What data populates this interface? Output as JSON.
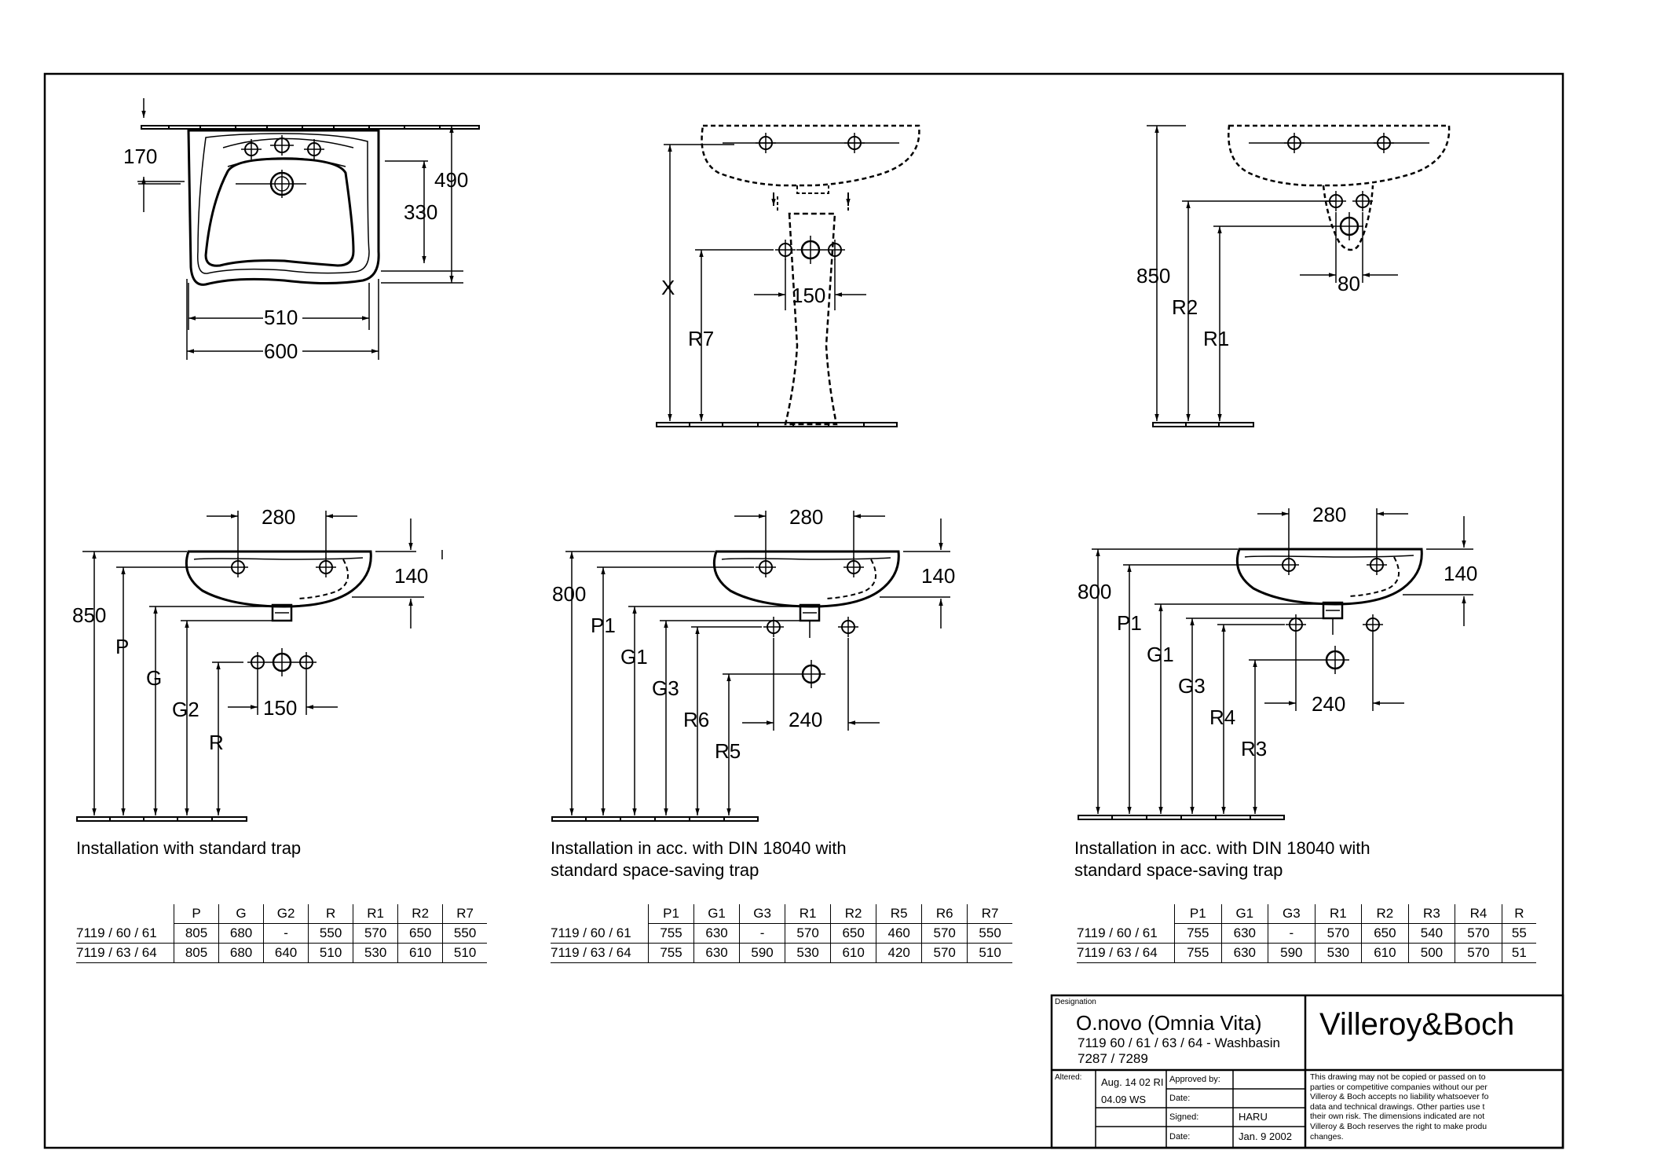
{
  "top_views": {
    "plan": {
      "dim_top": "170",
      "dim_depth": "490",
      "dim_inner": "330",
      "dim_inner_width": "510",
      "dim_width": "600"
    },
    "pedestal": {
      "dim_x": "X",
      "dim_r7": "R7",
      "dim_spacing": "150"
    },
    "wall": {
      "dim_height": "850",
      "dim_r2": "R2",
      "dim_r1": "R1",
      "dim_spacing": "80"
    }
  },
  "sections": [
    {
      "caption": [
        "Installation with standard trap"
      ],
      "dims": {
        "width": "280",
        "depth": "140",
        "height": "850",
        "p": "P",
        "g": "G",
        "g2": "G2",
        "r": "R",
        "spacing": "150"
      },
      "table": {
        "headers": [
          "",
          "P",
          "G",
          "G2",
          "R",
          "R1",
          "R2",
          "R7"
        ],
        "rows": [
          [
            "7119 / 60 / 61",
            "805",
            "680",
            "-",
            "550",
            "570",
            "650",
            "550"
          ],
          [
            "7119 / 63 / 64",
            "805",
            "680",
            "640",
            "510",
            "530",
            "610",
            "510"
          ]
        ]
      }
    },
    {
      "caption": [
        "Installation in acc. with DIN 18040 with",
        "standard space-saving trap"
      ],
      "dims": {
        "width": "280",
        "depth": "140",
        "height": "800",
        "p1": "P1",
        "g1": "G1",
        "g3": "G3",
        "r6": "R6",
        "r5": "R5",
        "spacing": "240"
      },
      "table": {
        "headers": [
          "",
          "P1",
          "G1",
          "G3",
          "R1",
          "R2",
          "R5",
          "R6",
          "R7"
        ],
        "rows": [
          [
            "7119 / 60 / 61",
            "755",
            "630",
            "-",
            "570",
            "650",
            "460",
            "570",
            "550"
          ],
          [
            "7119 / 63 / 64",
            "755",
            "630",
            "590",
            "530",
            "610",
            "420",
            "570",
            "510"
          ]
        ]
      }
    },
    {
      "caption": [
        "Installation in acc. with DIN 18040 with",
        "standard space-saving trap"
      ],
      "dims": {
        "width": "280",
        "depth": "140",
        "height": "800",
        "p1": "P1",
        "g1": "G1",
        "g3": "G3",
        "r4": "R4",
        "r3": "R3",
        "spacing": "240"
      },
      "table": {
        "headers": [
          "",
          "P1",
          "G1",
          "G3",
          "R1",
          "R2",
          "R3",
          "R4",
          "R"
        ],
        "rows": [
          [
            "7119 / 60 / 61",
            "755",
            "630",
            "-",
            "570",
            "650",
            "540",
            "570",
            "55"
          ],
          [
            "7119 / 63 / 64",
            "755",
            "630",
            "590",
            "530",
            "610",
            "500",
            "570",
            "51"
          ]
        ]
      }
    }
  ],
  "title_block": {
    "designation_label": "Designation",
    "product_name": "O.novo (Omnia Vita)",
    "product_line2": "7119 60 / 61 / 63 / 64 - Washbasin",
    "product_line3": "7287 / 7289",
    "brand": "Villeroy&Boch",
    "altered_label": "Altered:",
    "altered_1": "Aug. 14 02 RI",
    "altered_2": "04.09 WS",
    "approved_label": "Approved by:",
    "date_label_1": "Date:",
    "signed_label": "Signed:",
    "signed_value": "HARU",
    "date_label_2": "Date:",
    "date_value": "Jan. 9 2002",
    "disclaimer": [
      "This drawing may not be copied or passed on to",
      "parties or competitive companies without our per",
      "Villeroy & Boch accepts no liability whatsoever fo",
      "data and technical drawings. Other parties use t",
      "their own risk. The dimensions indicated are not",
      "Villeroy & Boch reserves the right to make produ",
      "changes."
    ]
  }
}
